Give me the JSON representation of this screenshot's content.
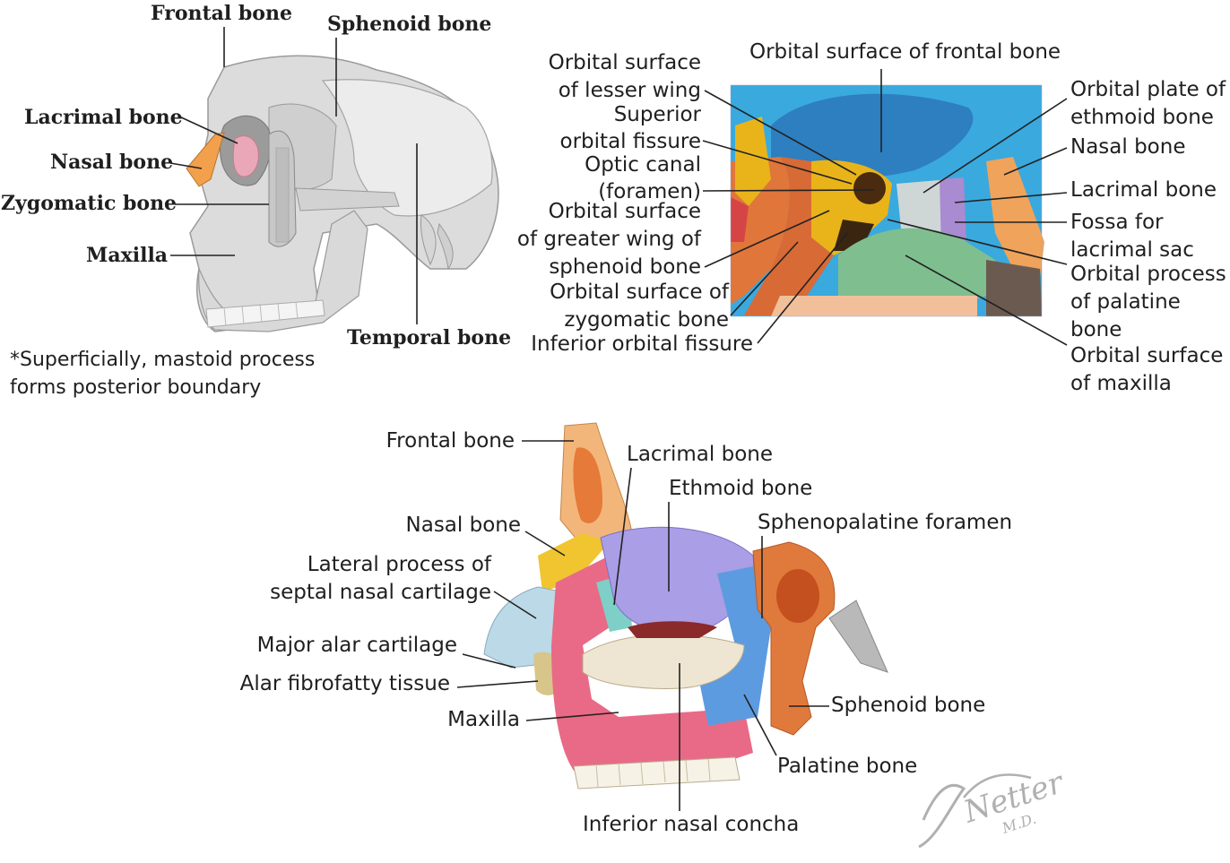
{
  "skull_lateral": {
    "frontal": "Frontal bone",
    "sphenoid": "Sphenoid bone",
    "lacrimal": "Lacrimal bone",
    "nasal": "Nasal bone",
    "zygomatic": "Zygomatic bone",
    "maxilla": "Maxilla",
    "temporal": "Temporal bone",
    "note_line1": "*Superficially, mastoid process",
    "note_line2": "forms posterior boundary"
  },
  "orbit": {
    "orbital_surface_frontal": "Orbital surface of frontal bone",
    "lesser_wing_1": "Orbital surface",
    "lesser_wing_2": "of lesser wing",
    "sup_fissure_1": "Superior",
    "sup_fissure_2": "orbital fissure",
    "optic_1": "Optic canal",
    "optic_2": "(foramen)",
    "greater_wing_1": "Orbital surface",
    "greater_wing_2": "of greater wing of",
    "greater_wing_3": "sphenoid bone",
    "zyg_surface_1": "Orbital surface of",
    "zyg_surface_2": "zygomatic bone",
    "inf_fissure": "Inferior orbital fissure",
    "ethmoid_plate_1": "Orbital plate of",
    "ethmoid_plate_2": "ethmoid bone",
    "nasal": "Nasal bone",
    "lacrimal": "Lacrimal bone",
    "fossa_1": "Fossa for",
    "fossa_2": "lacrimal sac",
    "palatine_1": "Orbital process",
    "palatine_2": "of palatine",
    "palatine_3": "bone",
    "maxilla_1": "Orbital surface",
    "maxilla_2": "of maxilla"
  },
  "nasal_wall": {
    "frontal": "Frontal bone",
    "lacrimal": "Lacrimal bone",
    "ethmoid": "Ethmoid bone",
    "sphenopalatine": "Sphenopalatine foramen",
    "nasal": "Nasal bone",
    "lateral_process_1": "Lateral process of",
    "lateral_process_2": "septal nasal cartilage",
    "major_alar": "Major alar cartilage",
    "alar_fibro": "Alar fibrofatty tissue",
    "maxilla": "Maxilla",
    "sphenoid": "Sphenoid bone",
    "palatine": "Palatine bone",
    "inferior_concha": "Inferior nasal concha"
  },
  "signature": "F. Netter M.D.",
  "colors": {
    "sky": "#3aa9de",
    "frontal_orbit": "#2f86c9",
    "sphenoid_yellow": "#e8b41a",
    "zygomatic_orange": "#e0763a",
    "maxilla_green": "#7fbf8f",
    "ethmoid_grey": "#cfd6d6",
    "lacrimal_purple": "#a98bd1",
    "nasal_orange": "#f0a35a",
    "maxilla_pink": "#e96a86",
    "ethmoid_lavender": "#aa9ee6",
    "palatine_blue": "#5d9be0",
    "concha_bone": "#eee6d2",
    "cartilage_blue": "#bcd9e8",
    "sphenoid_orange": "#e07a3c",
    "skull_grey": "#d8d8d8",
    "lacrimal_pink": "#e7a3b4",
    "nasal_bone_orange": "#f2a04c"
  }
}
